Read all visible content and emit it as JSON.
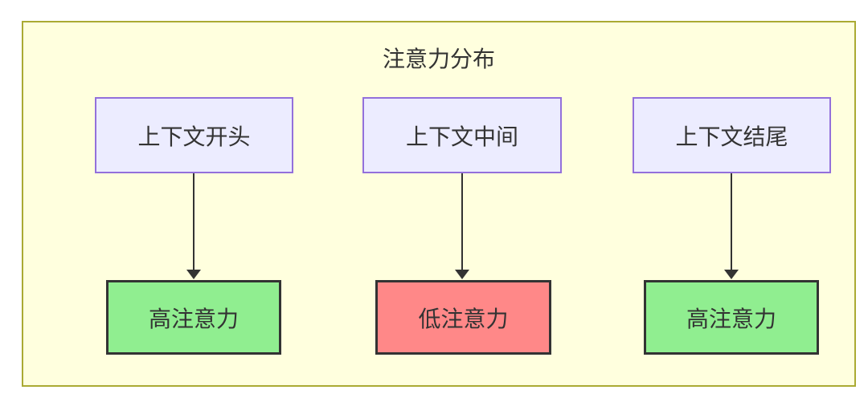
{
  "diagram": {
    "title": "注意力分布",
    "nodes": {
      "top": [
        {
          "id": "context-start",
          "label": "上下文开头"
        },
        {
          "id": "context-middle",
          "label": "上下文中间"
        },
        {
          "id": "context-end",
          "label": "上下文结尾"
        }
      ],
      "bottom": [
        {
          "id": "high-attention-left",
          "label": "高注意力",
          "level": "high"
        },
        {
          "id": "low-attention-middle",
          "label": "低注意力",
          "level": "low"
        },
        {
          "id": "high-attention-right",
          "label": "高注意力",
          "level": "high"
        }
      ]
    },
    "edges": [
      {
        "from": "context-start",
        "to": "high-attention-left"
      },
      {
        "from": "context-middle",
        "to": "low-attention-middle"
      },
      {
        "from": "context-end",
        "to": "high-attention-right"
      }
    ],
    "colors": {
      "cluster_fill": "#FFFFDE",
      "cluster_border": "#AAAA33",
      "context_fill": "#ECECFF",
      "context_border": "#9370DB",
      "high_attention_fill": "#90EE90",
      "low_attention_fill": "#FF8888",
      "result_border": "#333333",
      "text": "#333333",
      "arrow": "#333333"
    }
  }
}
